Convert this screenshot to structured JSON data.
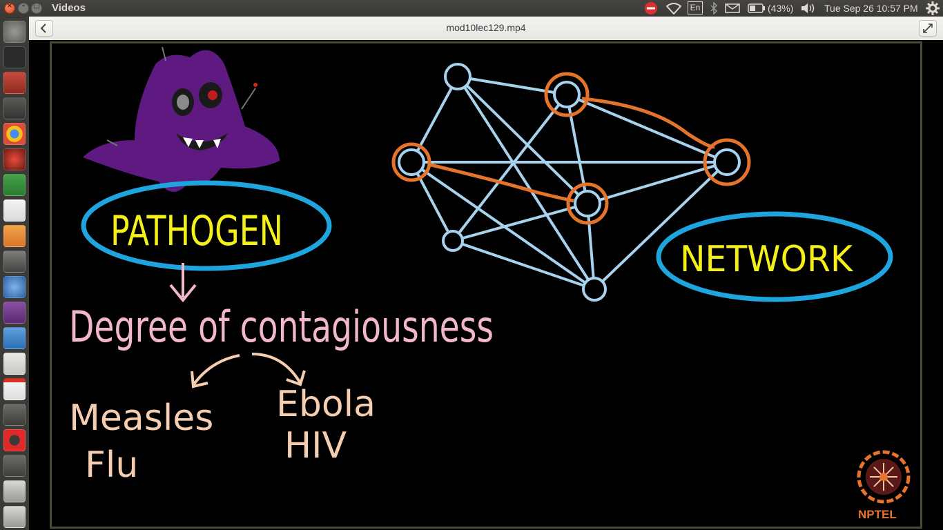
{
  "topbar": {
    "app_title": "Videos",
    "keyboard_layout": "En",
    "battery": "(43%)",
    "datetime": "Tue Sep 26 10:57 PM"
  },
  "window": {
    "file_title": "mod10lec129.mp4"
  },
  "launcher": {
    "items": [
      "dash-home",
      "terminal",
      "file-manager",
      "sublime-text",
      "chrome",
      "settings-network",
      "calc-spreadsheet",
      "evince",
      "impress",
      "video-editor",
      "r-language",
      "media-player",
      "writer-document",
      "text-editor",
      "gmail",
      "ipython",
      "opera",
      "gimp-style-app",
      "drive",
      "drive-2"
    ]
  },
  "slide": {
    "pathogen_label": "PATHOGEN",
    "network_label": "NETWORK",
    "concept": "Degree of contagiousness",
    "left_items": [
      "Measles",
      "Flu"
    ],
    "right_items": [
      "Ebola",
      "HIV"
    ],
    "logo_text": "NPTEL",
    "colors": {
      "pathogen_text": "#f4f018",
      "ellipse": "#1fa5de",
      "pink_text": "#f2b7c9",
      "peach_text": "#f5cdb0",
      "network_edge": "#a7d2ee",
      "network_highlight": "#e4742c",
      "germ": "#6a1d8c",
      "logo": "#e8732c"
    }
  }
}
